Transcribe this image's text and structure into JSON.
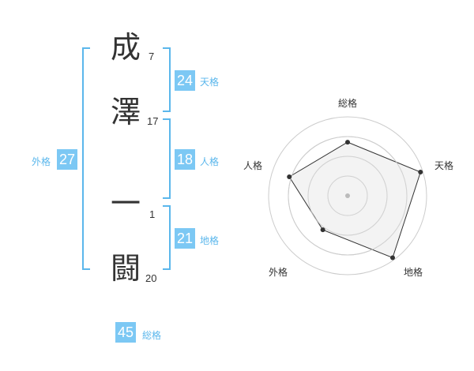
{
  "name": {
    "characters": [
      {
        "char": "成",
        "strokes": "7"
      },
      {
        "char": "澤",
        "strokes": "17"
      },
      {
        "char": "一",
        "strokes": "1"
      },
      {
        "char": "闘",
        "strokes": "20"
      }
    ]
  },
  "fortune": {
    "tenkaku": {
      "value": "24",
      "label": "天格"
    },
    "jinkaku": {
      "value": "18",
      "label": "人格"
    },
    "chikaku": {
      "value": "21",
      "label": "地格"
    },
    "gaikaku": {
      "value": "27",
      "label": "外格"
    },
    "soukaku": {
      "value": "45",
      "label": "総格"
    }
  },
  "chart_data": {
    "type": "radar",
    "axes": [
      "総格",
      "天格",
      "地格",
      "外格",
      "人格"
    ],
    "values": [
      0.7,
      1.0,
      1.0,
      0.55,
      0.8
    ],
    "scale_max": 1.0,
    "rings": 4,
    "colors": {
      "line": "#333333",
      "fill": "#efefef",
      "ring": "#cccccc",
      "center": "#bbbbbb"
    }
  }
}
